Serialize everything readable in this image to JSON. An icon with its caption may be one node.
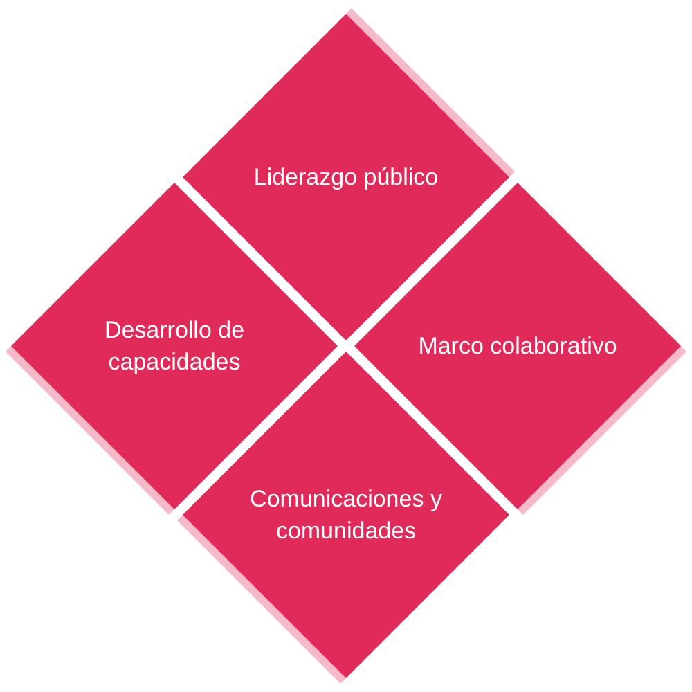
{
  "diagram": {
    "nodes": [
      {
        "text": [
          "Liderazgo público"
        ]
      },
      {
        "text": [
          "Desarrollo de capacidades"
        ]
      },
      {
        "text": [
          "Marco colaborativo"
        ]
      },
      {
        "text": [
          "Comunicaciones y comunidades"
        ]
      }
    ]
  }
}
